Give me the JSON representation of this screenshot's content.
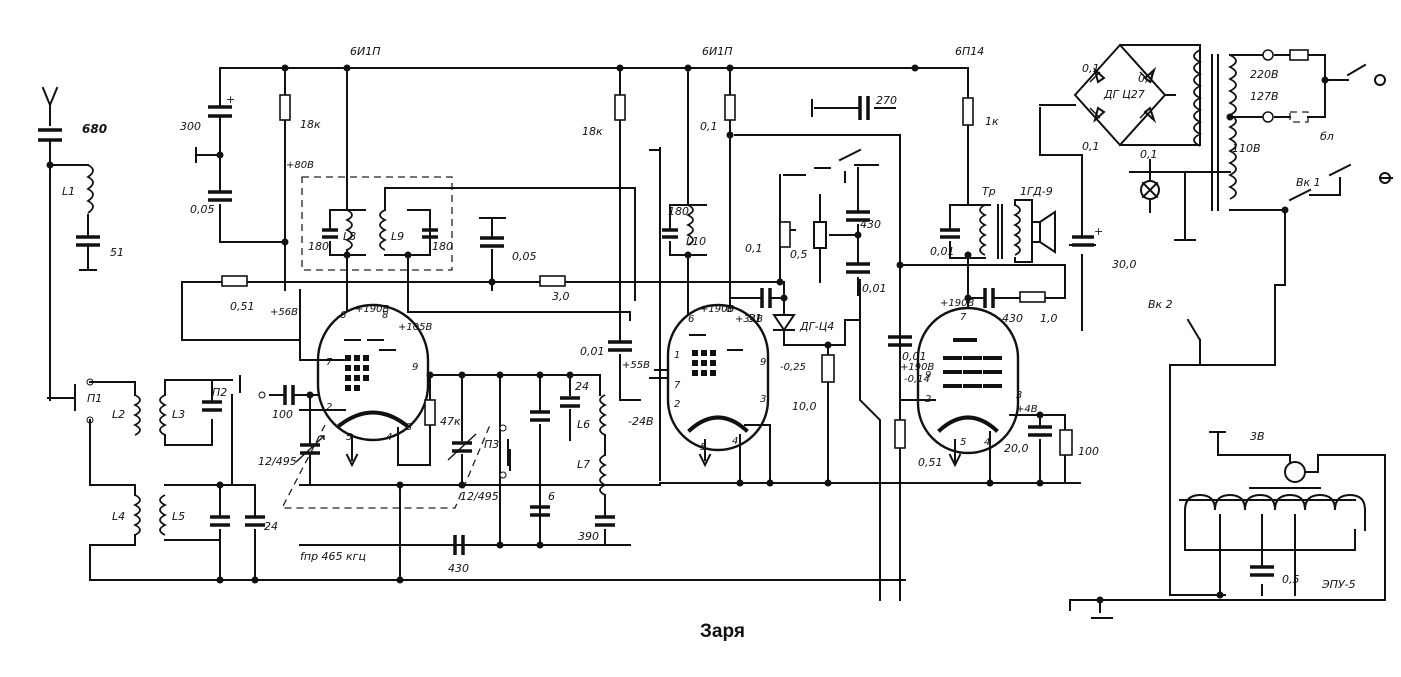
{
  "title": "Заря",
  "tubes": {
    "v1": "6И1П",
    "v2": "6И1П",
    "v3": "6П14"
  },
  "labels": {
    "c_ant": "680",
    "c_l1": "51",
    "r_18k_a": "18к",
    "c_300": "300",
    "c_005_a": "0,05",
    "v_80": "+80В",
    "c_180_l8": "180",
    "c_180_l9": "180",
    "c_005_b": "0,05",
    "r_051_a": "0,51",
    "r_30": "3,0",
    "v_56": "+56В",
    "v_190_a": "+190В",
    "v_105": "+105В",
    "c_100_in": "100",
    "c_12495_a": "12/495",
    "c_12495_b": "12/495",
    "r_47k": "47к",
    "c_24_a": "24",
    "c_24_b": "24",
    "c_6": "6",
    "c_390": "390",
    "c_430_a": "430",
    "fpr": "fпр 465 кгц",
    "r_18k_b": "18к",
    "c_001_a": "0,01",
    "v_55": "+55В",
    "v_24": "-24В",
    "r_01_a": "0,1",
    "c_180_l10": "180",
    "v_190_b": "+190В",
    "v_34": "+34В",
    "c_51": "51",
    "r_01_b": "0,1",
    "r_05": "0,5",
    "c_430_b": "430",
    "c_270": "270",
    "diode": "ДГ-Ц4",
    "v_025": "-0,25",
    "r_100": "10,0",
    "r_1k": "1к",
    "tr": "Тр",
    "spk": "1ГД-9",
    "c_001_b": "0,01",
    "c_001_c": "0,01",
    "c_001_d": "0,01",
    "v_190_c": "+190В",
    "v_200": "+190В",
    "v_014": "-0,14",
    "c_430_c": "430",
    "r_10": "1,0",
    "v_46": "+4В",
    "c_200": "20,0",
    "r_100b": "100",
    "r_051_b": "0,51",
    "c_300_ps": "30,0",
    "bridge": "ДГ Ц27",
    "c_01_1": "0,1",
    "c_01_2": "0,1",
    "c_01_3": "0,1",
    "c_01_4": "0,1",
    "v220": "220В",
    "v127": "127В",
    "v110": "110В",
    "vk1": "Вк 1",
    "vk2": "Вк 2",
    "bl": "бл",
    "v3b": "3В",
    "c_05": "0,5",
    "epu": "ЭПУ-5",
    "L1": "L1",
    "L2": "L2",
    "L3": "L3",
    "L4": "L4",
    "L5": "L5",
    "L6": "L6",
    "L7": "L7",
    "L8": "L8",
    "L9": "L9",
    "L10": "L10",
    "P1": "П1",
    "P2": "П2",
    "P3": "П3",
    "pin6a": "6",
    "pin8a": "8",
    "pin7a": "7",
    "pin2a": "2",
    "pin9a": "9",
    "pin5a": "5",
    "pin4a": "4",
    "pin3a": "3",
    "pin6b": "6",
    "pin8b": "8",
    "pin1b": "1",
    "pin7b": "7",
    "pin2b": "2",
    "pin9b": "9",
    "pin3b": "3",
    "pin5b": "5",
    "pin4b": "4",
    "pin7c": "7",
    "pin9c": "9",
    "pin2c": "2",
    "pin3c": "3",
    "pin5c": "5",
    "pin4c": "4"
  }
}
